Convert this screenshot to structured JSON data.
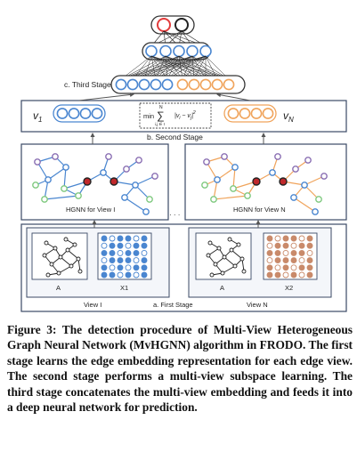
{
  "figure": {
    "third_stage_label": "c. Third Stage",
    "second_stage_label": "b. Second Stage",
    "first_stage_label": "a. First Stage",
    "v1_label": "v",
    "v1_sub": "1",
    "vn_label": "v",
    "vn_sub": "N",
    "objective_min": "min",
    "objective_sum": "∑",
    "objective_sum_lower": "i,j ∈ I",
    "objective_sum_upper": "N",
    "objective_term": "|v",
    "objective_term_i": "i",
    "objective_minus": " − v",
    "objective_term_j": "j",
    "objective_close": "|",
    "objective_power": "2",
    "hgnn_left": "HGNN for View I",
    "hgnn_right": "HGNN for View N",
    "ellipsis": "· · ·",
    "a_left": "A",
    "x1": "X1",
    "a_right": "A",
    "x2": "X2",
    "view_left": "View I",
    "view_right": "View N",
    "colors": {
      "blue": "#4a86d0",
      "orange": "#f0a45c",
      "green": "#7fc97f",
      "purple": "#8a6fb3",
      "red_node": "#c0282b",
      "border": "#3b4a66",
      "panel": "#f4f6fa"
    }
  },
  "caption": "Figure 3: The detection procedure of Multi-View Heterogeneous Graph Neural Network (MvHGNN) algorithm in FRODO. The first stage learns the edge embedding representation for each edge view. The second stage performs a multi-view subspace learning. The third stage concatenates the multi-view embedding and feeds it into a deep neural network for prediction."
}
